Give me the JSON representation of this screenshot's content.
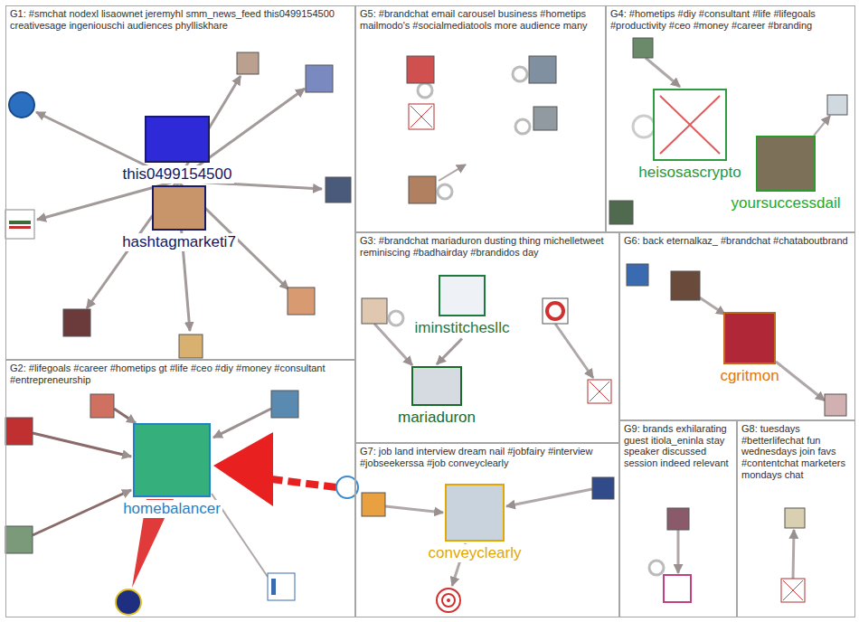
{
  "diagram": {
    "nodes": [
      {
        "text": [
          "G1: #smchat nodexl lisaownet jeremyhl smm_news_feed this0499154500 creativesage ingeniouschi audiences phylliskhare"
        ]
      },
      {
        "text": [
          "this0499154500"
        ],
        "in": 0
      },
      {
        "text": [
          "hashtagmarketi7"
        ],
        "in": 0
      },
      {
        "text": [
          "G5: #brandchat email carousel business #hometips mailmodo's #socialmediatools more audience many"
        ]
      },
      {
        "text": [
          "G4: #hometips #diy #consultant #life #lifegoals #productivity #ceo #money #career #branding"
        ]
      },
      {
        "text": [
          "heisosascrypto"
        ],
        "in": 4
      },
      {
        "text": [
          "yoursuccessdail"
        ],
        "in": 4
      },
      {
        "text": [
          "G3: #brandchat mariaduron dusting thing michelletweet reminiscing #badhairday #brandidos day"
        ]
      },
      {
        "text": [
          "iminstitchesllc"
        ],
        "in": 7
      },
      {
        "text": [
          "mariaduron"
        ],
        "in": 7
      },
      {
        "text": [
          "G6: back eternalkaz_ #brandchat #chataboutbrand"
        ]
      },
      {
        "text": [
          "cgritmon"
        ],
        "in": 10
      },
      {
        "text": [
          "G2: #lifegoals #career #hometips gt #life #ceo #diy #money #consultant #entrepreneurship"
        ]
      },
      {
        "text": [
          "homebalancer"
        ],
        "in": 12
      },
      {
        "text": [
          "G7: job land interview dream nail #jobfairy #interview #jobseekerssa #job conveyclearly"
        ]
      },
      {
        "text": [
          "conveyclearly"
        ],
        "in": 14
      },
      {
        "text": [
          "G9: brands exhilarating guest itiola_eninla stay speaker discussed session indeed relevant"
        ]
      },
      {
        "text": [
          "G8: tuesdays #betterlifechat fun wednesdays join favs #contentchat marketers mondays chat"
        ]
      }
    ],
    "edges": [
      {
        "from": 8,
        "to": 9,
        "arrow": "to"
      }
    ]
  }
}
